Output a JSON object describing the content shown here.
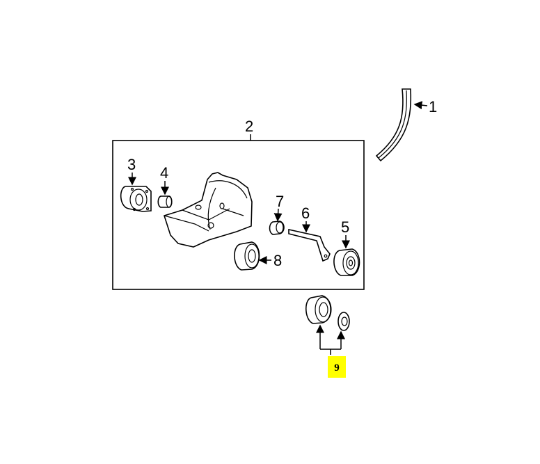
{
  "diagram": {
    "callouts": {
      "c1": "1",
      "c2": "2",
      "c3": "3",
      "c4": "4",
      "c5": "5",
      "c6": "6",
      "c7": "7",
      "c8": "8",
      "c9": "9"
    },
    "highlight_color": "#ffff00",
    "highlighted_callout": "9"
  }
}
